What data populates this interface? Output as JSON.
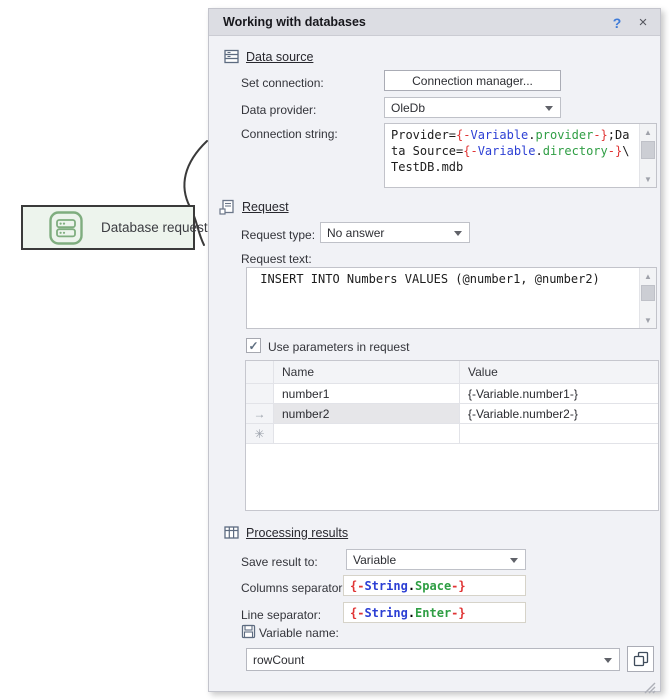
{
  "canvas": {
    "node_label": "Database request"
  },
  "titlebar": {
    "title": "Working with databases",
    "help_glyph": "?",
    "close_glyph": "×"
  },
  "data_source": {
    "header": "Data source",
    "set_connection_label": "Set connection:",
    "connection_button_label": "Connection manager...",
    "data_provider_label": "Data provider:",
    "data_provider_value": "OleDb",
    "connection_string_label": "Connection string:",
    "connection_string_lines": [
      "Provider={-Variable.provider-};Da",
      "ta Source={-Variable.directory-}\\",
      "TestDB.mdb"
    ]
  },
  "request": {
    "header": "Request",
    "request_type_label": "Request type:",
    "request_type_value": "No answer",
    "request_text_label": "Request text:",
    "request_text": " INSERT INTO Numbers VALUES (@number1, @number2)",
    "use_parameters_label": "Use parameters in request",
    "use_parameters_checked": true,
    "check_glyph": "✓",
    "parameters_table": {
      "columns": [
        "Name",
        "Value"
      ],
      "current_row_glyph": "→",
      "new_row_glyph": "✳",
      "rows": [
        {
          "name": "number1",
          "value": "{-Variable.number1-}"
        },
        {
          "name": "number2",
          "value": "{-Variable.number2-}"
        },
        {
          "name": "",
          "value": ""
        }
      ]
    }
  },
  "processing": {
    "header": "Processing results",
    "save_result_label": "Save result to:",
    "save_result_value": "Variable",
    "columns_separator_label": "Columns separator:",
    "columns_separator_value": "{-String.Space-}",
    "line_separator_label": "Line separator:",
    "line_separator_value": "{-String.Enter-}",
    "variable_name_label": "Variable name:",
    "variable_name_value": "rowCount"
  },
  "colors": {
    "macro_red": "#e03434",
    "macro_blue": "#2c3fd4",
    "macro_green": "#2f9e44",
    "help_blue": "#3f7bd8",
    "node_green": "#7fad7f"
  }
}
